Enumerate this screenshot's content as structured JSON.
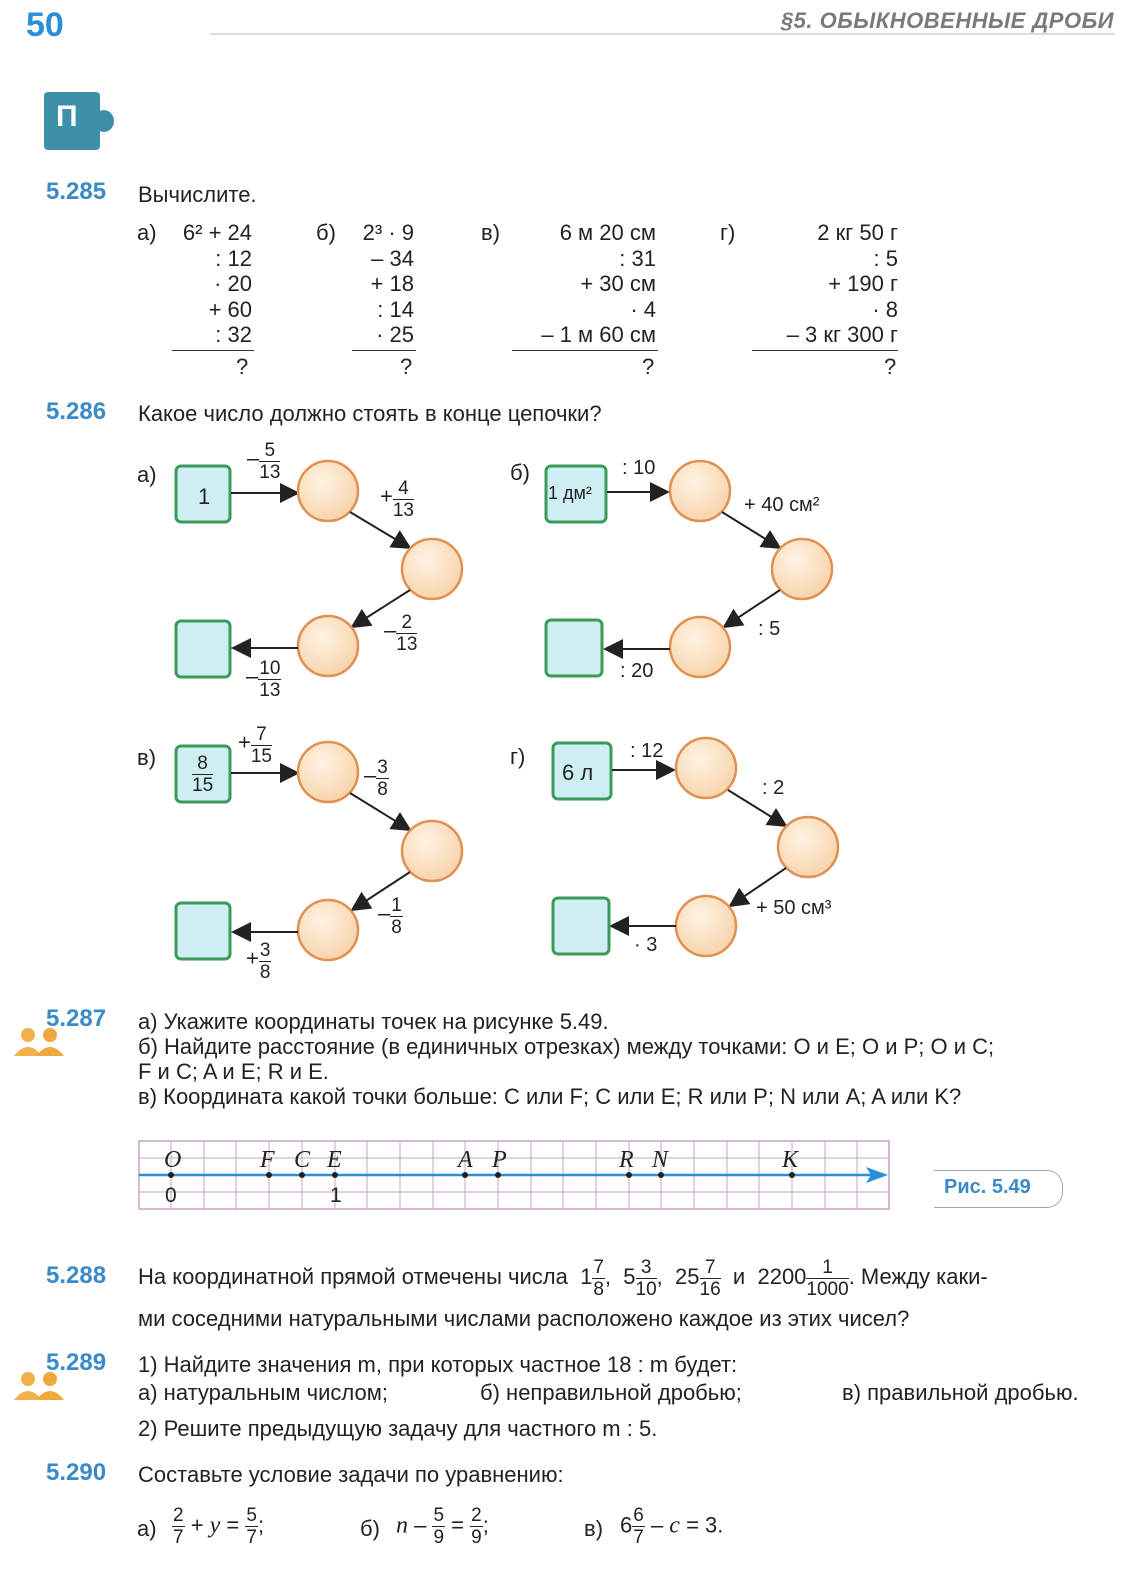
{
  "header": {
    "page_number": "50",
    "section": "§5. ОБЫКНОВЕННЫЕ ДРОБИ",
    "badge": "П"
  },
  "p285": {
    "num": "5.285",
    "title": "Вычислите.",
    "a": {
      "label": "а)",
      "lines": [
        "6² + 24",
        ": 12",
        "· 20",
        "+ 60",
        ": 32"
      ],
      "q": "?"
    },
    "b": {
      "label": "б)",
      "lines": [
        "2³ · 9",
        "– 34",
        "+ 18",
        ": 14",
        "· 25"
      ],
      "q": "?"
    },
    "c": {
      "label": "в)",
      "lines": [
        "6 м 20 см",
        ": 31",
        "+ 30 см",
        "· 4",
        "– 1 м 60 см"
      ],
      "q": "?"
    },
    "d": {
      "label": "г)",
      "lines": [
        "2 кг 50 г",
        ": 5",
        "+ 190 г",
        "· 8",
        "– 3 кг 300 г"
      ],
      "q": "?"
    }
  },
  "p286": {
    "num": "5.286",
    "title": "Какое число должно стоять в конце цепочки?",
    "a": {
      "label": "а)",
      "start": "1",
      "ops": [
        {
          "sign": "–",
          "n": "5",
          "d": "13"
        },
        {
          "sign": "+",
          "n": "4",
          "d": "13"
        },
        {
          "sign": "–",
          "n": "2",
          "d": "13"
        },
        {
          "sign": "–",
          "n": "10",
          "d": "13"
        }
      ]
    },
    "b": {
      "label": "б)",
      "start": "1 дм²",
      "ops": [
        ": 10",
        "+ 40 см²",
        ": 5",
        ": 20"
      ]
    },
    "c": {
      "label": "в)",
      "start_n": "8",
      "start_d": "15",
      "ops": [
        {
          "sign": "+",
          "n": "7",
          "d": "15"
        },
        {
          "sign": "–",
          "n": "3",
          "d": "8"
        },
        {
          "sign": "–",
          "n": "1",
          "d": "8"
        },
        {
          "sign": "+",
          "n": "3",
          "d": "8"
        }
      ]
    },
    "d": {
      "label": "г)",
      "start": "6 л",
      "ops": [
        ": 12",
        ": 2",
        "+ 50 см³",
        "· 3"
      ]
    }
  },
  "p287": {
    "num": "5.287",
    "line_a": "а) Укажите координаты точек на рисунке 5.49.",
    "line_b1": "б) Найдите расстояние (в единичных отрезках) между точками: O и E; O и P; O и C;",
    "line_b2": "F и C; A и E; R и E.",
    "line_c": "в) Координата какой точки больше: C или F; C или E; R или P; N или A; A или K?",
    "figure_label": "Рис. 5.49",
    "points": [
      "O",
      "F",
      "C",
      "E",
      "A",
      "P",
      "R",
      "N",
      "K"
    ],
    "ticks": [
      "0",
      "1"
    ]
  },
  "p288": {
    "num": "5.288",
    "text1": "На координатной прямой отмечены числа",
    "numbers": [
      {
        "w": "1",
        "n": "7",
        "d": "8"
      },
      {
        "w": "5",
        "n": "3",
        "d": "10"
      },
      {
        "w": "25",
        "n": "7",
        "d": "16"
      },
      {
        "w": "2200",
        "n": "1",
        "d": "1000"
      }
    ],
    "and": "и",
    "text2": ". Между каки-",
    "text3": "ми соседними натуральными числами расположено каждое из этих чисел?"
  },
  "p289": {
    "num": "5.289",
    "line1": "1) Найдите значения m, при которых частное 18 : m будет:",
    "opt_a": "а) натуральным числом;",
    "opt_b": "б) неправильной дробью;",
    "opt_c": "в) правильной дробью.",
    "line2": "2) Решите предыдущую задачу для частного m : 5."
  },
  "p290": {
    "num": "5.290",
    "title": "Составьте условие задачи по уравнению:",
    "a_label": "а)",
    "b_label": "б)",
    "c_label": "в)"
  },
  "colors": {
    "accent": "#3a8ac8",
    "box": "#cfeef3",
    "box_border": "#3a9a5a",
    "circle": "#fbe3c8",
    "circle_border": "#e09050",
    "axis": "#2a8fd8",
    "grid": "#c5a0c8"
  }
}
